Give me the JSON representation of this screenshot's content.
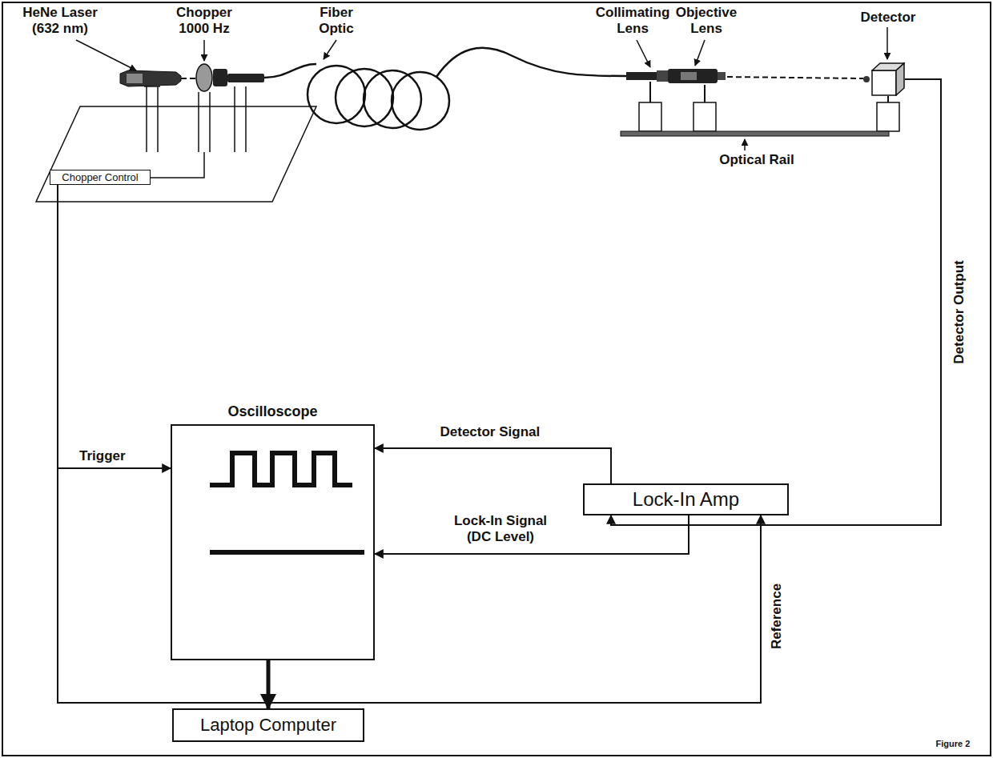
{
  "diagram": {
    "nodes": [
      {
        "text": [
          "Chopper Control"
        ]
      },
      {
        "text": [
          "Detector"
        ]
      },
      {
        "text": [
          "Oscilloscope"
        ]
      },
      {
        "text": [
          "Lock-In Amp"
        ]
      },
      {
        "text": [
          "Laptop Computer"
        ]
      }
    ],
    "edges": [
      {
        "from": 1,
        "to": 3,
        "label": "Detector Output",
        "arrow": "to"
      },
      {
        "from": 3,
        "to": 2,
        "label": "Detector Signal",
        "arrow": "to"
      },
      {
        "from": 3,
        "to": 2,
        "label": "Lock-In Signal (DC Level)",
        "arrow": "to"
      },
      {
        "from": 0,
        "to": 2,
        "label": "Trigger",
        "arrow": "to"
      },
      {
        "from": 0,
        "to": 3,
        "label": "Reference",
        "arrow": "to"
      },
      {
        "from": 2,
        "to": 4,
        "arrow": "to"
      }
    ],
    "labels": [
      "HeNe Laser (632 nm)",
      "Chopper 1000 Hz",
      "Fiber Optic",
      "Collimating Lens",
      "Objective Lens",
      "Optical Rail",
      "Figure 2"
    ]
  }
}
